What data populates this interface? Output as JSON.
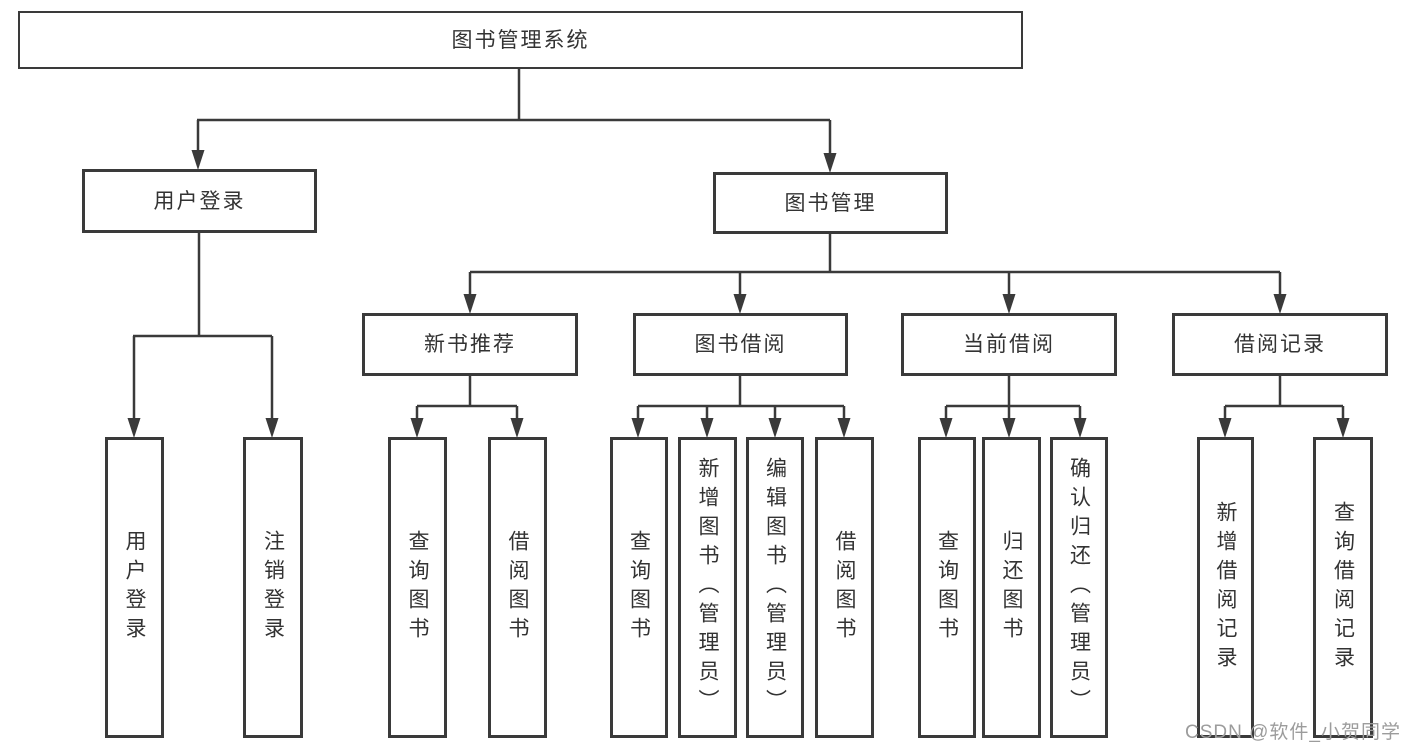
{
  "palette": {
    "line_color": "#3a3a3a",
    "box_border_color": "#3a3a3a",
    "text_color": "#333333",
    "background": "#ffffff",
    "watermark_color": "#9c9c9c"
  },
  "tree": {
    "root": {
      "label": "图书管理系统"
    },
    "branches": [
      {
        "label": "用户登录",
        "children": [
          {
            "label": "用户登录"
          },
          {
            "label": "注销登录"
          }
        ]
      },
      {
        "label": "图书管理",
        "children": [
          {
            "label": "新书推荐",
            "children": [
              {
                "label": "查询图书"
              },
              {
                "label": "借阅图书"
              }
            ]
          },
          {
            "label": "图书借阅",
            "children": [
              {
                "label": "查询图书"
              },
              {
                "label": "新增图书（管理员）"
              },
              {
                "label": "编辑图书（管理员）"
              },
              {
                "label": "借阅图书"
              }
            ]
          },
          {
            "label": "当前借阅",
            "children": [
              {
                "label": "查询图书"
              },
              {
                "label": "归还图书"
              },
              {
                "label": "确认归还（管理员）"
              }
            ]
          },
          {
            "label": "借阅记录",
            "children": [
              {
                "label": "新增借阅记录"
              },
              {
                "label": "查询借阅记录"
              }
            ]
          }
        ]
      }
    ]
  },
  "watermark": {
    "text": "CSDN @软件_小贺同学"
  }
}
